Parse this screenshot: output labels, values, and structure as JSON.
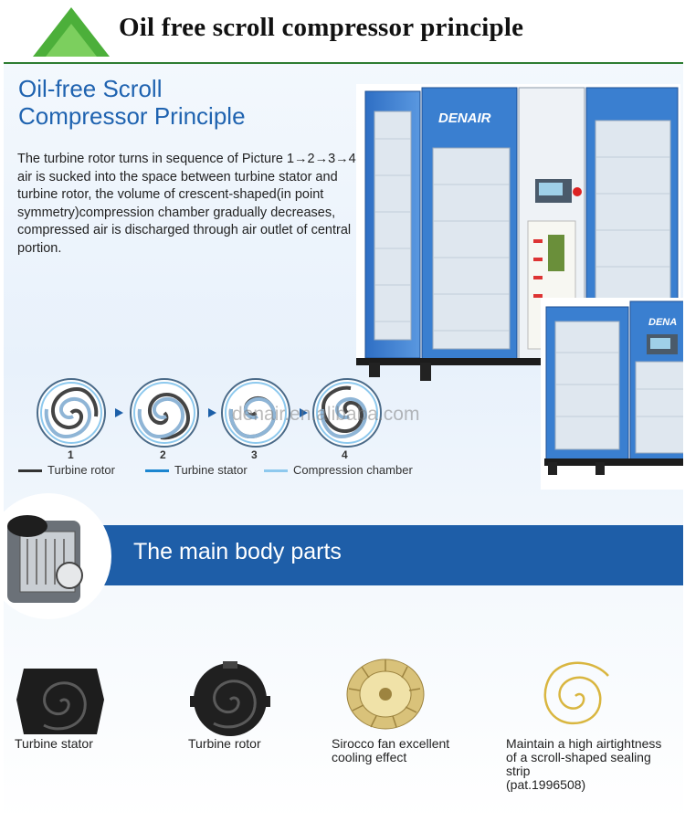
{
  "header": {
    "title": "Oil free scroll compressor  principle"
  },
  "section": {
    "title_line1": "Oil-free Scroll",
    "title_line2": "Compressor Principle",
    "description": "The turbine rotor turns in sequence of Picture 1→2→3→4, air is sucked into the space between turbine stator and turbine rotor, the volume of crescent-shaped(in point symmetry)compression chamber gradually decreases, compressed air is discharged through air outlet of central portion."
  },
  "machine": {
    "brand": "DENAIR",
    "brand_small": "DENA"
  },
  "steps": [
    "1",
    "2",
    "3",
    "4"
  ],
  "legend": {
    "rotor": "Turbine rotor",
    "stator": "Turbine stator",
    "chamber": "Compression chamber"
  },
  "watermark": "denair.en.alibaba.com",
  "parts_band": {
    "title": "The main body parts"
  },
  "parts": [
    {
      "label": "Turbine stator"
    },
    {
      "label": "Turbine rotor"
    },
    {
      "label_line1": "Sirocco fan excellent",
      "label_line2": "cooling effect"
    },
    {
      "label_line1": "Maintain a high airtightness",
      "label_line2": "of a scroll-shaped sealing",
      "label_line3": "strip",
      "label_line4": "(pat.1996508)"
    }
  ],
  "colors": {
    "title_blue": "#1f63b0",
    "band_blue": "#1e5ea8",
    "header_green": "#4caf3a",
    "rotor": "#333333",
    "stator": "#1c86d0",
    "chamber": "#8ec9ee"
  }
}
